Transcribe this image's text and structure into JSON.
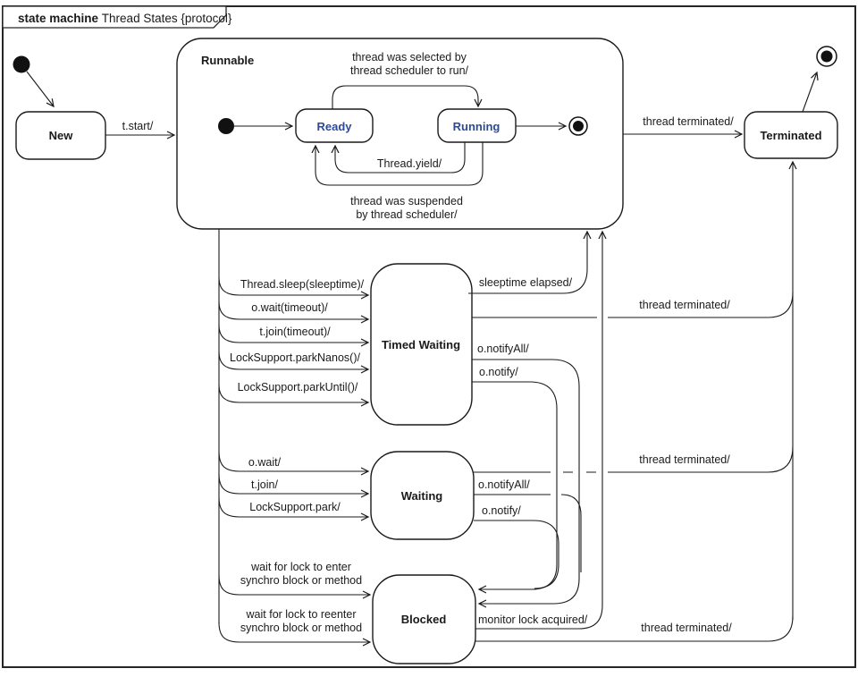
{
  "frame": {
    "title_keyword": "state machine ",
    "title_rest": "Thread States {protocol}"
  },
  "states": {
    "new": "New",
    "runnable": "Runnable",
    "ready": "Ready",
    "running": "Running",
    "timed_waiting": "Timed Waiting",
    "waiting": "Waiting",
    "blocked": "Blocked",
    "terminated": "Terminated"
  },
  "transitions": {
    "t_start": "t.start/",
    "selected_line1": "thread was selected by",
    "selected_line2": "thread scheduler to run/",
    "yield": "Thread.yield/",
    "suspended_line1": "thread was suspended",
    "suspended_line2": "by thread scheduler/",
    "runnable_terminated": "thread terminated/",
    "sleep": "Thread.sleep(sleeptime)/",
    "wait_timeout": "o.wait(timeout)/",
    "join_timeout": "t.join(timeout)/",
    "park_nanos": "LockSupport.parkNanos()/",
    "park_until": "LockSupport.parkUntil()/",
    "sleeptime_elapsed": "sleeptime elapsed/",
    "tw_terminated": "thread terminated/",
    "tw_notify_all": "o.notifyAll/",
    "tw_notify": "o.notify/",
    "o_wait": "o.wait/",
    "t_join": "t.join/",
    "lock_park": "LockSupport.park/",
    "w_terminated": "thread terminated/",
    "w_notify_all": "o.notifyAll/",
    "w_notify": "o.notify/",
    "lock_enter_line1": "wait for lock to enter",
    "lock_enter_line2": "synchro block or method",
    "lock_reenter_line1": "wait for lock to reenter",
    "lock_reenter_line2": "synchro block or method",
    "monitor_lock": "monitor lock acquired/",
    "b_terminated": "thread terminated/"
  },
  "colors": {
    "line": "#1a1a1a",
    "substate_text": "#2b4a9b",
    "background": "#ffffff"
  }
}
